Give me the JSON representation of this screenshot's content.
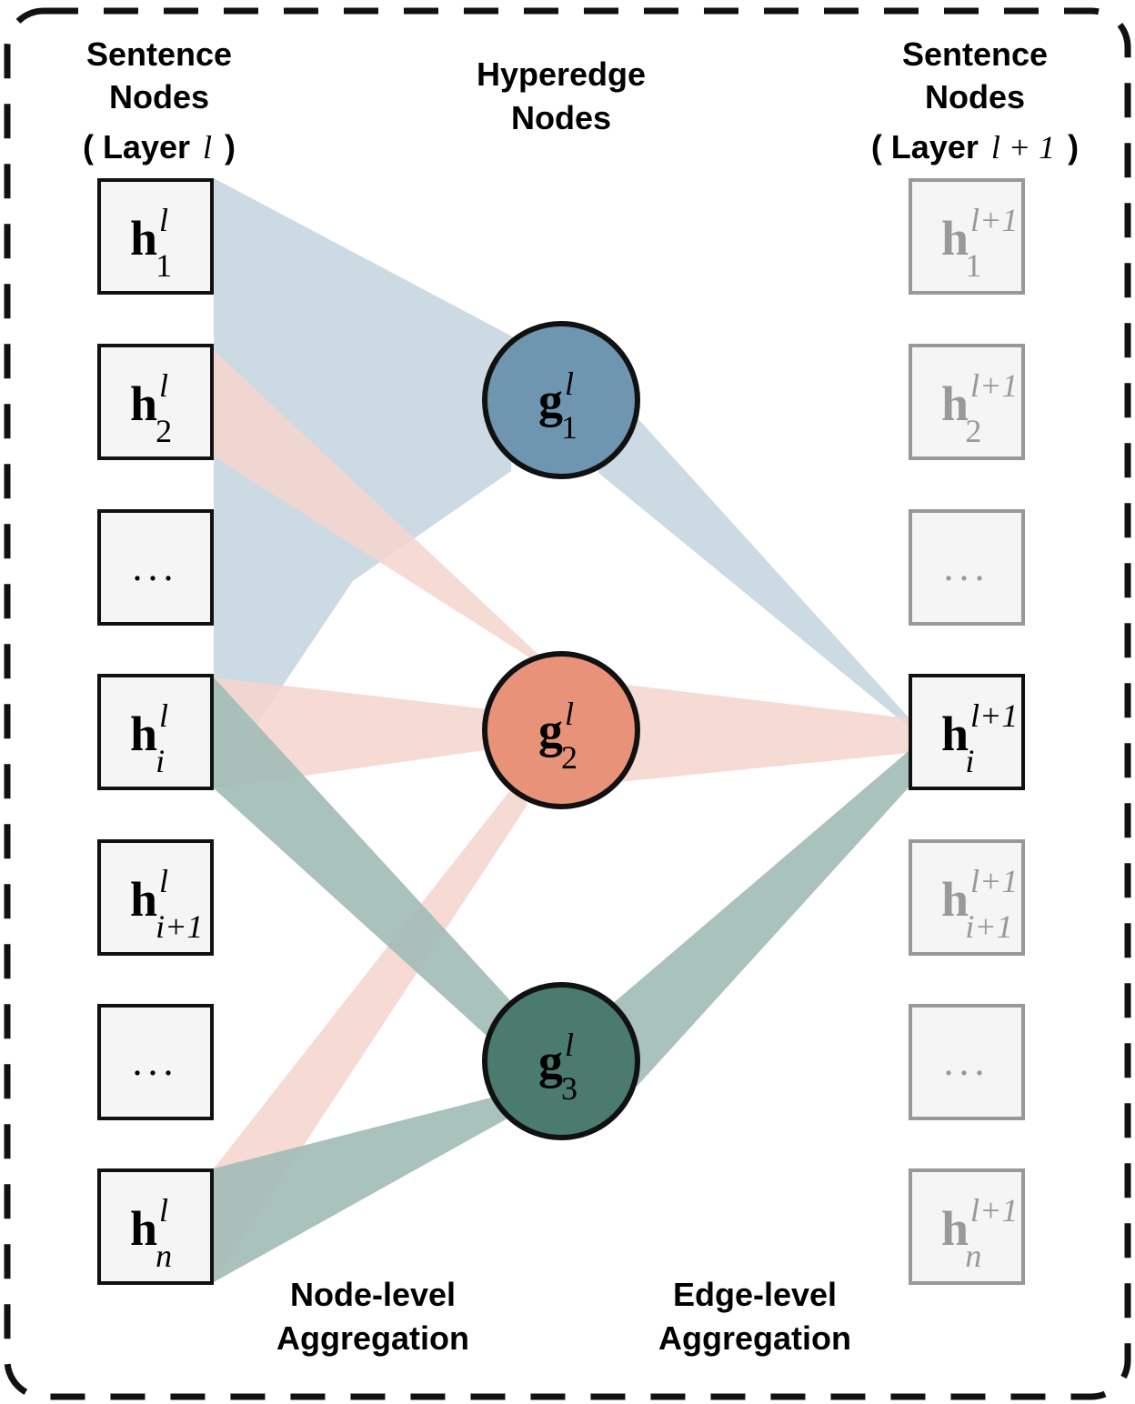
{
  "headers": {
    "left_line1": "Sentence",
    "left_line2": "Nodes",
    "left_line3": "( Layer",
    "left_layer_var": "l",
    "left_close": ")",
    "middle_line1": "Hyperedge",
    "middle_line2": "Nodes",
    "right_line1": "Sentence",
    "right_line2": "Nodes",
    "right_line3": "( Layer",
    "right_layer_expr": "l + 1",
    "right_close": ")"
  },
  "bottom_labels": {
    "node_level_line1": "Node-level",
    "node_level_line2": "Aggregation",
    "edge_level_line1": "Edge-level",
    "edge_level_line2": "Aggregation"
  },
  "left_nodes": [
    {
      "base": "h",
      "sup": "l",
      "sub": "1"
    },
    {
      "base": "h",
      "sup": "l",
      "sub": "2"
    },
    {
      "dots": "..."
    },
    {
      "base": "h",
      "sup": "l",
      "sub": "i"
    },
    {
      "base": "h",
      "sup": "l",
      "sub": "i+1"
    },
    {
      "dots": "..."
    },
    {
      "base": "h",
      "sup": "l",
      "sub": "n"
    }
  ],
  "hyperedges": [
    {
      "base": "g",
      "sup": "l",
      "sub": "1"
    },
    {
      "base": "g",
      "sup": "l",
      "sub": "2"
    },
    {
      "base": "g",
      "sup": "l",
      "sub": "3"
    }
  ],
  "right_nodes": [
    {
      "base": "h",
      "sup": "l+1",
      "sub": "1",
      "active": false
    },
    {
      "base": "h",
      "sup": "l+1",
      "sub": "2",
      "active": false
    },
    {
      "dots": "...",
      "active": false
    },
    {
      "base": "h",
      "sup": "l+1",
      "sub": "i",
      "active": true
    },
    {
      "base": "h",
      "sup": "l+1",
      "sub": "i+1",
      "active": false
    },
    {
      "dots": "...",
      "active": false
    },
    {
      "base": "h",
      "sup": "l+1",
      "sub": "n",
      "active": false
    }
  ],
  "colors": {
    "edge1": "#6f96b0",
    "edge2": "#e8927a",
    "edge3": "#4a7b6e",
    "edge1_band": "#ccdae4",
    "edge2_band": "#f4d5cd",
    "edge3_band": "#a3bdb6",
    "node_fill": "#f5f5f5",
    "inactive_stroke": "#999999",
    "frame": "#111111"
  }
}
